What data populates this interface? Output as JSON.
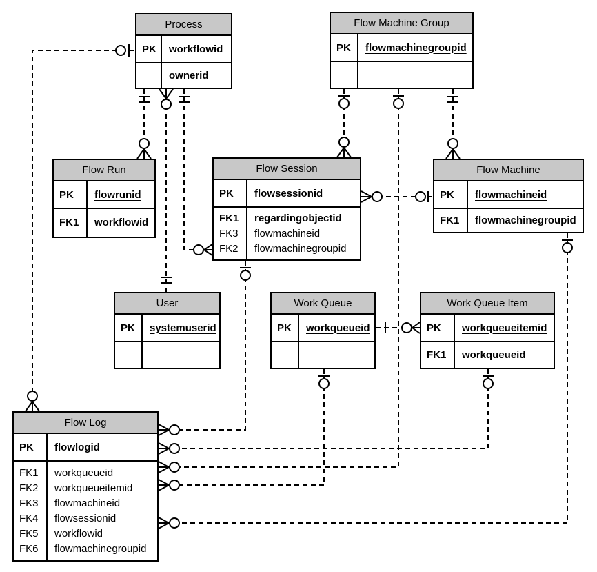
{
  "colors": {
    "header_fill": "#c8c8c8",
    "line": "#000000",
    "background": "#ffffff"
  },
  "entities": {
    "process": {
      "title": "Process",
      "pk_key": "PK",
      "pk_field": "workflowid",
      "attrs": [
        {
          "key": "",
          "field": "ownerid",
          "bold": true
        }
      ]
    },
    "flow_machine_group": {
      "title": "Flow Machine Group",
      "pk_key": "PK",
      "pk_field": "flowmachinegroupid",
      "attrs": []
    },
    "flow_run": {
      "title": "Flow Run",
      "pk_key": "PK",
      "pk_field": "flowrunid",
      "attrs": [
        {
          "key": "FK1",
          "field": "workflowid",
          "bold": true
        }
      ]
    },
    "flow_session": {
      "title": "Flow Session",
      "pk_key": "PK",
      "pk_field": "flowsessionid",
      "attrs": [
        {
          "key": "FK1",
          "field": "regardingobjectid",
          "bold": true
        },
        {
          "key": "FK3",
          "field": "flowmachineid",
          "bold": false
        },
        {
          "key": "FK2",
          "field": "flowmachinegroupid",
          "bold": false
        }
      ]
    },
    "flow_machine": {
      "title": "Flow Machine",
      "pk_key": "PK",
      "pk_field": "flowmachineid",
      "attrs": [
        {
          "key": "FK1",
          "field": "flowmachinegroupid",
          "bold": true
        }
      ]
    },
    "user": {
      "title": "User",
      "pk_key": "PK",
      "pk_field": "systemuserid",
      "attrs": []
    },
    "work_queue": {
      "title": "Work Queue",
      "pk_key": "PK",
      "pk_field": "workqueueid",
      "attrs": []
    },
    "work_queue_item": {
      "title": "Work Queue Item",
      "pk_key": "PK",
      "pk_field": "workqueueitemid",
      "attrs": [
        {
          "key": "FK1",
          "field": "workqueueid",
          "bold": true
        }
      ]
    },
    "flow_log": {
      "title": "Flow Log",
      "pk_key": "PK",
      "pk_field": "flowlogid",
      "attrs": [
        {
          "key": "FK1",
          "field": "workqueueid",
          "bold": false
        },
        {
          "key": "FK2",
          "field": "workqueueitemid",
          "bold": false
        },
        {
          "key": "FK3",
          "field": "flowmachineid",
          "bold": false
        },
        {
          "key": "FK4",
          "field": "flowsessionid",
          "bold": false
        },
        {
          "key": "FK5",
          "field": "workflowid",
          "bold": false
        },
        {
          "key": "FK6",
          "field": "flowmachinegroupid",
          "bold": false
        }
      ]
    }
  },
  "relationships": [
    {
      "from": "process",
      "to": "flow_run",
      "from_cardinality": "one-and-only-one",
      "to_cardinality": "zero-or-many"
    },
    {
      "from": "user",
      "to": "process",
      "from_cardinality": "one-and-only-one",
      "to_cardinality": "zero-or-many"
    },
    {
      "from": "process",
      "to": "flow_session",
      "from_cardinality": "one-and-only-one",
      "to_cardinality": "zero-or-many"
    },
    {
      "from": "process",
      "to": "flow_log",
      "from_cardinality": "zero-or-one",
      "to_cardinality": "zero-or-many"
    },
    {
      "from": "flow_machine_group",
      "to": "flow_session",
      "from_cardinality": "zero-or-one",
      "to_cardinality": "zero-or-many"
    },
    {
      "from": "flow_machine_group",
      "to": "flow_machine",
      "from_cardinality": "one-and-only-one",
      "to_cardinality": "zero-or-many"
    },
    {
      "from": "flow_machine_group",
      "to": "flow_log",
      "from_cardinality": "zero-or-one",
      "to_cardinality": "zero-or-many"
    },
    {
      "from": "flow_machine",
      "to": "flow_session",
      "from_cardinality": "zero-or-one",
      "to_cardinality": "zero-or-many"
    },
    {
      "from": "flow_session",
      "to": "flow_log",
      "from_cardinality": "zero-or-one",
      "to_cardinality": "zero-or-many"
    },
    {
      "from": "work_queue",
      "to": "work_queue_item",
      "from_cardinality": "one",
      "to_cardinality": "zero-or-many"
    },
    {
      "from": "work_queue",
      "to": "flow_log",
      "from_cardinality": "zero-or-one",
      "to_cardinality": "zero-or-many"
    },
    {
      "from": "work_queue_item",
      "to": "flow_log",
      "from_cardinality": "zero-or-one",
      "to_cardinality": "zero-or-many"
    },
    {
      "from": "flow_machine",
      "to": "flow_log",
      "from_cardinality": "zero-or-one",
      "to_cardinality": "zero-or-many"
    }
  ]
}
